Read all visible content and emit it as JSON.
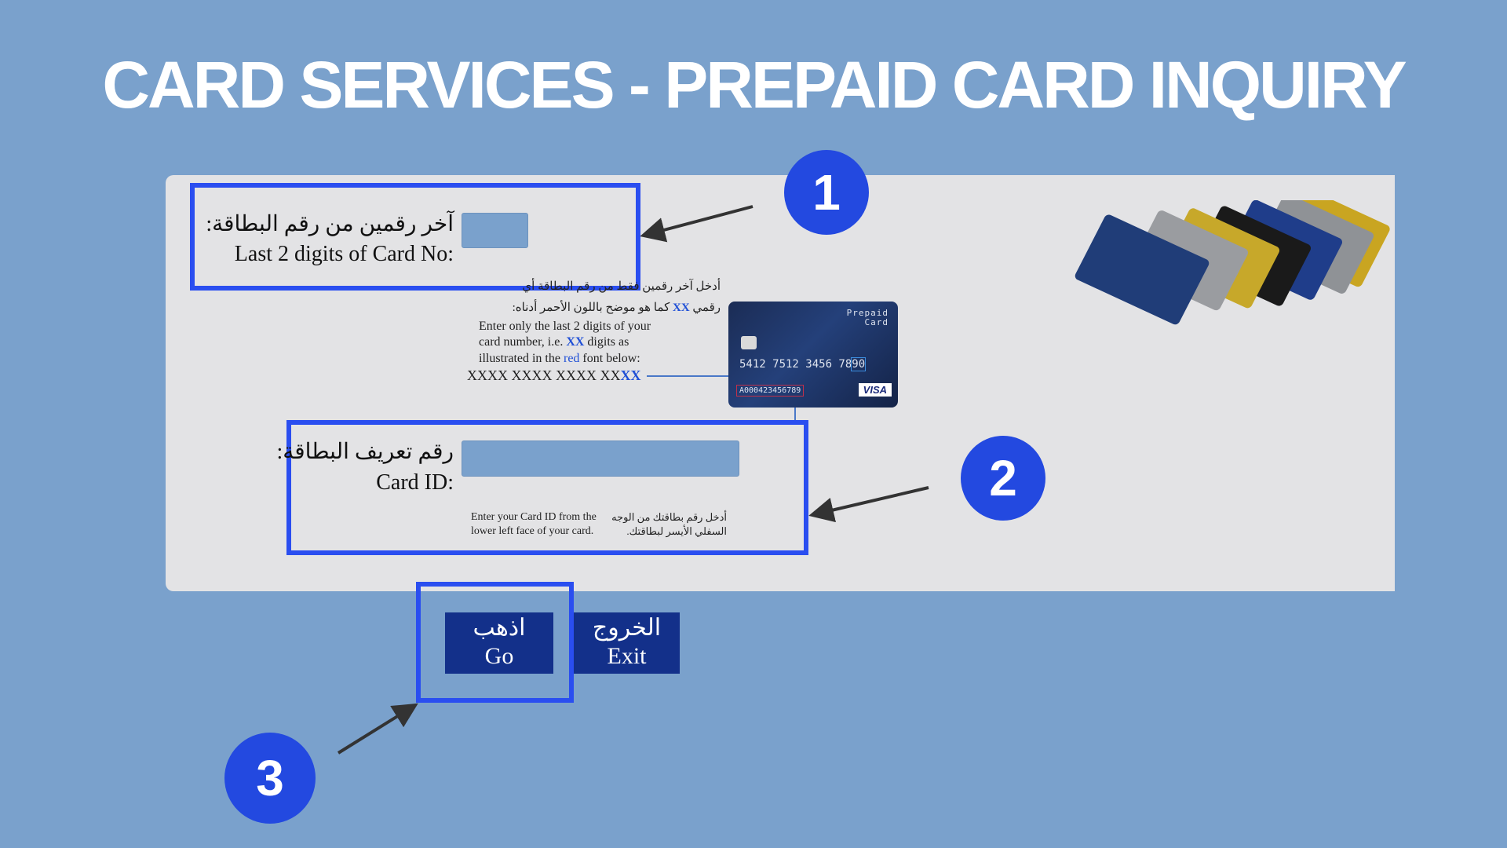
{
  "title": "CARD SERVICES - PREPAID CARD INQUIRY",
  "steps": [
    "1",
    "2",
    "3"
  ],
  "field1": {
    "label_ar": ":آخر رقمين من رقم البطاقة",
    "label_en": "Last 2 digits of Card No:",
    "value": ""
  },
  "instructions": {
    "ar_line1": "أدخل آخر رقمين فقط من رقم البطاقة أي",
    "ar_line2_pre": "رقمي ",
    "ar_xx": "XX",
    "ar_line2_post": " كما هو موضح باللون الأحمر أدناه:",
    "en_line1": "Enter only the last 2 digits of your",
    "en_line2_pre": "card number, i.e. ",
    "en_xx": "XX",
    "en_line2_post": " digits as",
    "en_line3_pre": "illustrated in the ",
    "en_red": "red",
    "en_line3_post": " font below:",
    "mask_pre": "XXXX XXXX XXXX XX",
    "mask_hl": "XX"
  },
  "card_sample": {
    "brand_top": "Prepaid",
    "brand_bottom": "Card",
    "number_pre": "5412 7512 3456 78",
    "number_hl": "90",
    "card_id": "A000423456789",
    "network": "VISA"
  },
  "field2": {
    "label_ar": ":رقم تعريف البطاقة",
    "label_en": "Card ID:",
    "value": "",
    "help_en_1": "Enter your Card ID from the",
    "help_en_2": "lower left face of your card.",
    "help_ar_1": "أدخل رقم بطاقتك من الوجه",
    "help_ar_2": "السفلي الأيسر لبطاقتك."
  },
  "buttons": {
    "go_ar": "اذهب",
    "go_en": "Go",
    "exit_ar": "الخروج",
    "exit_en": "Exit"
  },
  "colors": {
    "background": "#7aa1cc",
    "highlight": "#2a4ef0",
    "step_circle": "#2349e0",
    "button": "#13308a"
  }
}
